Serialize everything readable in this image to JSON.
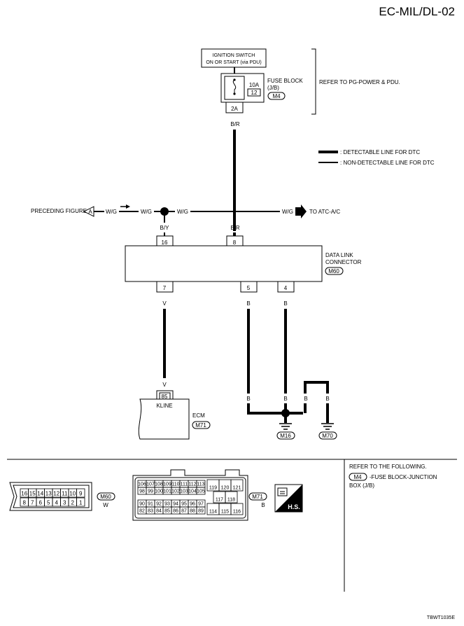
{
  "header": {
    "title": "EC-MIL/DL-02"
  },
  "ignition": {
    "line1": "IGNITION SWITCH",
    "line2": "ON OR START (via PDU)"
  },
  "fuse": {
    "rating": "10A",
    "number": "12",
    "name": "FUSE BLOCK",
    "sub": "(J/B)",
    "connector": "M4",
    "terminal": "2A",
    "refer": "REFER TO PG-POWER & PDU."
  },
  "legend": {
    "detectable": ": DETECTABLE LINE FOR DTC",
    "non_detectable": ": NON-DETECTABLE LINE FOR DTC"
  },
  "wires": {
    "br_top": "B/R",
    "br_mid": "B/R",
    "wg1": "W/G",
    "wg2": "W/G",
    "wg3": "W/G",
    "wg4": "W/G",
    "by": "B/Y",
    "v1": "V",
    "v2": "V",
    "b1": "B",
    "b2": "B",
    "b3": "B",
    "b4": "B",
    "b5": "B",
    "b6": "B"
  },
  "preceding": {
    "label": "PRECEDING FIGURE",
    "ref": "A"
  },
  "atc": {
    "label": "TO ATC-A/C"
  },
  "dlc": {
    "line1": "DATA LINK",
    "line2": "CONNECTOR",
    "connector": "M60",
    "pin16": "16",
    "pin8": "8",
    "pin7": "7",
    "pin5": "5",
    "pin4": "4"
  },
  "ecm": {
    "pin": "85",
    "pin_label": "KLINE",
    "name": "ECM",
    "connector": "M71"
  },
  "grounds": {
    "g1": "M16",
    "g2": "M70"
  },
  "bottom": {
    "m60_label": "M60",
    "m60_color": "W",
    "m60_row1": [
      "16",
      "15",
      "14",
      "13",
      "12",
      "11",
      "10",
      "9"
    ],
    "m60_row2": [
      "8",
      "7",
      "6",
      "5",
      "4",
      "3",
      "2",
      "1"
    ],
    "m71_label": "M71",
    "m71_color": "B",
    "m71_r1": [
      "106",
      "107",
      "108",
      "109",
      "110",
      "111",
      "112",
      "113"
    ],
    "m71_r2": [
      "98",
      "99",
      "100",
      "101",
      "102",
      "103",
      "104",
      "105"
    ],
    "m71_r3": [
      "90",
      "91",
      "92",
      "93",
      "94",
      "95",
      "96",
      "97"
    ],
    "m71_r4": [
      "82",
      "83",
      "84",
      "85",
      "86",
      "87",
      "88",
      "89"
    ],
    "m71_s1": [
      "119",
      "120",
      "121"
    ],
    "m71_s2": [
      "117",
      "118"
    ],
    "m71_s3": [
      "114",
      "115",
      "116"
    ],
    "hs": "H.S.",
    "refer_title": "REFER TO THE FOLLOWING.",
    "refer_conn": "M4",
    "refer_line1": "-FUSE BLOCK-JUNCTION",
    "refer_line2": "BOX (J/B)"
  },
  "footer": {
    "code": "TBWT1035E"
  }
}
